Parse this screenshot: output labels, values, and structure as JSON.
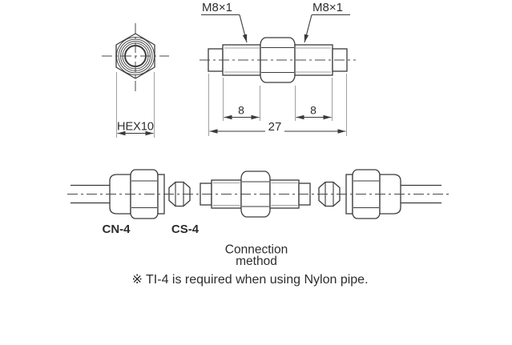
{
  "colors": {
    "line_dark": "#3a3a3a",
    "line_gray": "#a0a0a0",
    "text": "#2d2d2d",
    "background": "#ffffff"
  },
  "top_detail": {
    "thread_callout_left": "M8×1",
    "thread_callout_right": "M8×1",
    "hex_width_dim": "HEX10",
    "thread_length_left_dim": "8",
    "thread_length_right_dim": "8",
    "overall_length_dim": "27"
  },
  "connection": {
    "nut_label": "CN-4",
    "sleeve_label": "CS-4",
    "caption_line1": "Connection",
    "caption_line2": "method",
    "note": "※ TI-4 is required when using Nylon pipe."
  }
}
